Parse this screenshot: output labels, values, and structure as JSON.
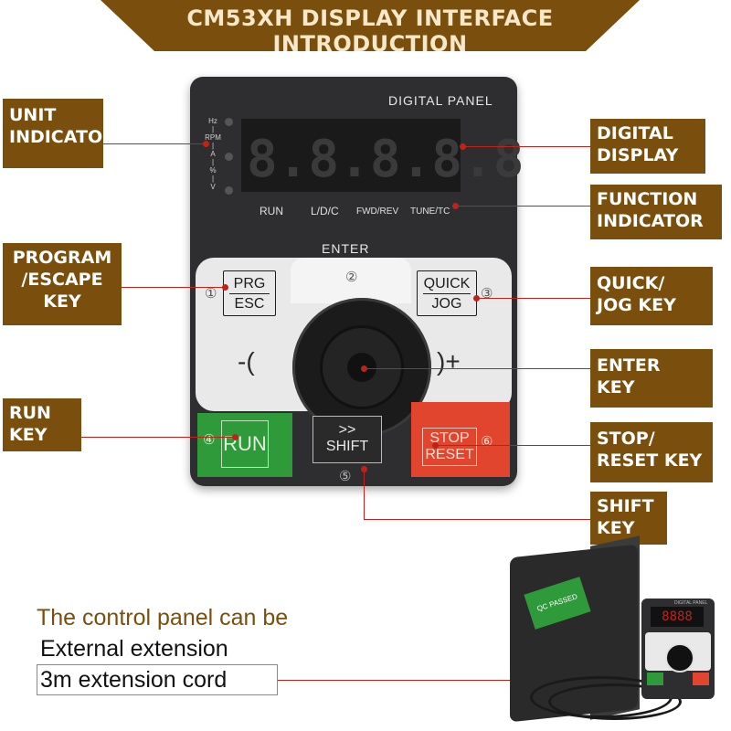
{
  "title": "CM53XH DISPLAY INTERFACE INTRODUCTION",
  "panel": {
    "title": "DIGITAL PANEL",
    "unit_indicators": [
      "Hz",
      "RPM",
      "A",
      "%",
      "V"
    ],
    "display_value": "8.8.8.8.8",
    "function_indicators": [
      "RUN",
      "L/D/C",
      "FWD/REV",
      "TUNE/TC"
    ],
    "enter_label": "ENTER",
    "keys": {
      "prg_top": "PRG",
      "prg_bottom": "ESC",
      "quick_top": "QUICK",
      "quick_bottom": "JOG",
      "run": "RUN",
      "shift_top": ">>",
      "shift_bottom": "SHIFT",
      "stop_top": "STOP",
      "stop_bottom": "RESET"
    },
    "knob_minus": "-(",
    "knob_plus": ")+",
    "numbers": [
      "①",
      "②",
      "③",
      "④",
      "⑤",
      "⑥"
    ]
  },
  "labels": {
    "unit_indicator": [
      "UNIT",
      "INDICATOR"
    ],
    "digital_display": [
      "DIGITAL",
      "DISPLAY"
    ],
    "function_indicator": [
      "FUNCTION",
      "INDICATOR"
    ],
    "program_escape": [
      "PROGRAM",
      "/ESCAPE",
      "KEY"
    ],
    "quick_jog": [
      "QUICK/",
      "JOG KEY"
    ],
    "enter_key": [
      "ENTER",
      "KEY"
    ],
    "run_key": [
      "RUN",
      "KEY"
    ],
    "stop_reset": [
      "STOP/",
      "RESET KEY"
    ],
    "shift_key": [
      "SHIFT",
      "KEY"
    ]
  },
  "captions": {
    "line1": "The control panel can be",
    "line2": "External extension",
    "line3": "3m extension cord"
  },
  "photo": {
    "badge": "QC PASSED",
    "mini_display": "8888",
    "mini_title": "DIGITAL PANEL"
  },
  "colors": {
    "label_bg": "#7a4f0e",
    "leader_line": "#c0221a",
    "panel_body": "#2e2e30",
    "run_green": "#2f9a3a",
    "stop_red": "#e2452e"
  }
}
